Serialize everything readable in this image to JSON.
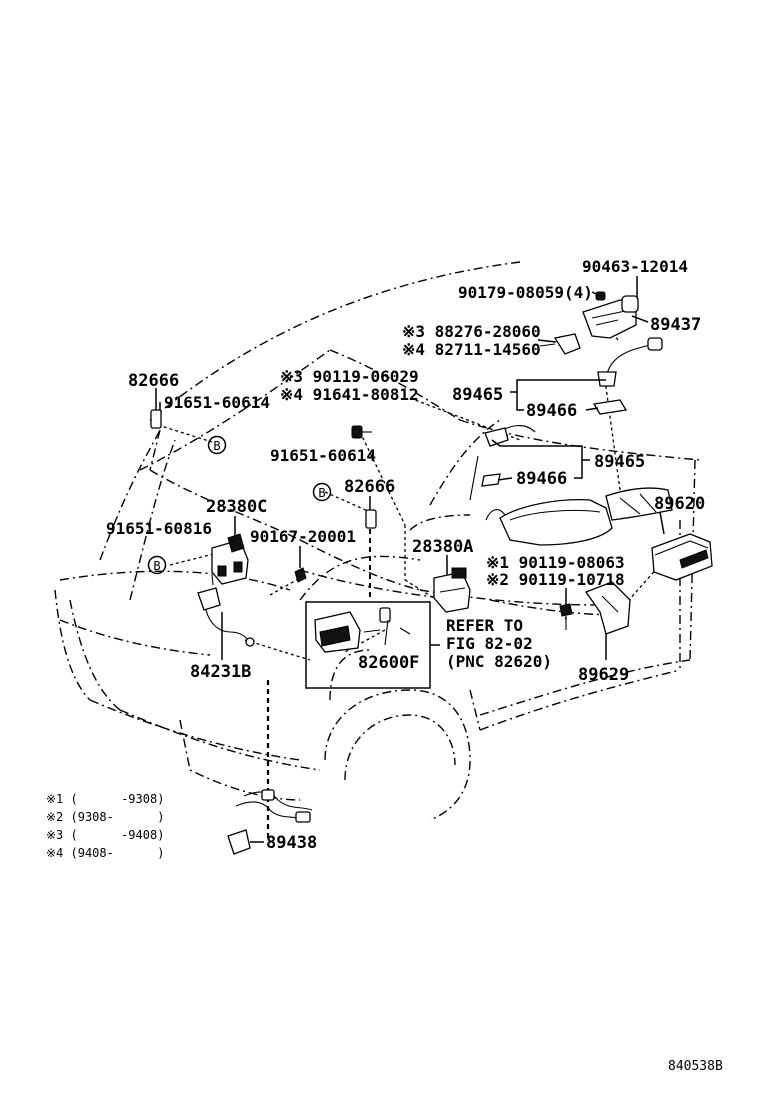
{
  "labels": {
    "p90463": "90463-12014",
    "p90179": "90179-08059(4)",
    "p89437": "89437",
    "p88276": "※3 88276-28060",
    "p82711": "※4 82711-14560",
    "p82666a": "82666",
    "p90119a": "※3 90119-06029",
    "p91641": "※4 91641-80812",
    "p89465a": "89465",
    "p89466a": "89466",
    "p91651a": "91651-60614",
    "p91651b": "91651-60614",
    "p82666b": "82666",
    "p89465b": "89465",
    "p89466b": "89466",
    "p28380c": "28380C",
    "p89620": "89620",
    "p91651c": "91651-60816",
    "p90167": "90167-20001",
    "p28380a": "28380A",
    "p90119b": "※1 90119-08063",
    "p90119c": "※2 90119-10718",
    "refer1": "REFER TO",
    "refer2": "FIG 82-02",
    "refer3": "(PNC 82620)",
    "p82600f": "82600F",
    "p84231b": "84231B",
    "p89629": "89629",
    "p89438": "89438",
    "bmark": "B",
    "note1": "※1 (      -9308)",
    "note2": "※2 (9308-      )",
    "note3": "※3 (      -9408)",
    "note4": "※4 (9408-      )",
    "diagram_id": "840538B"
  }
}
